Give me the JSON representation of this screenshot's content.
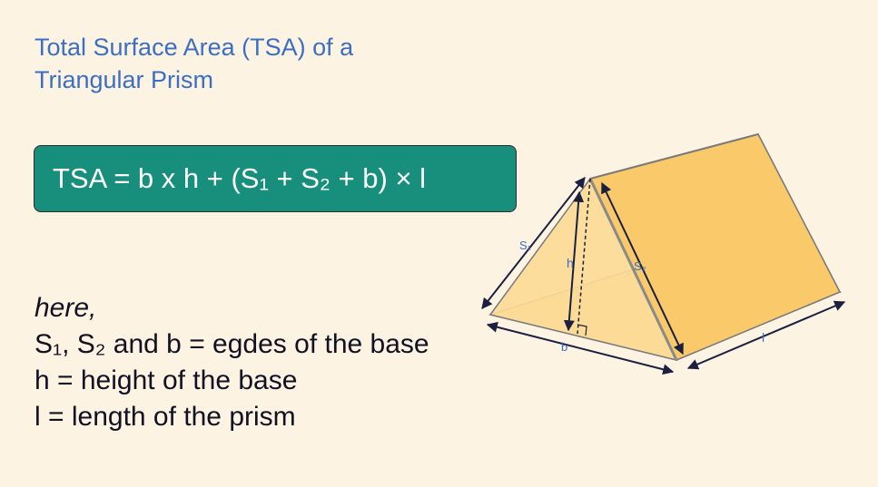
{
  "title": {
    "line1": "Total Surface Area (TSA) of a",
    "line2": "Triangular Prism"
  },
  "formula": "TSA = b x h + (S₁ + S₂ + b) × l",
  "legend": {
    "intro": "here,",
    "lines": [
      "S₁, S₂ and b = egdes of the base",
      "h = height of the base",
      "l = length of the prism"
    ]
  },
  "diagram": {
    "labels": {
      "s1": "S₁",
      "s2": "S₂",
      "h": "h",
      "b": "b",
      "l": "l"
    },
    "colors": {
      "face_main": "#f9c96a",
      "face_light": "#fbe0a8",
      "face_base": "#fde6bf",
      "edge": "#7a7a7a",
      "arrow": "#1b1f40",
      "label": "#3a6fc4"
    }
  }
}
